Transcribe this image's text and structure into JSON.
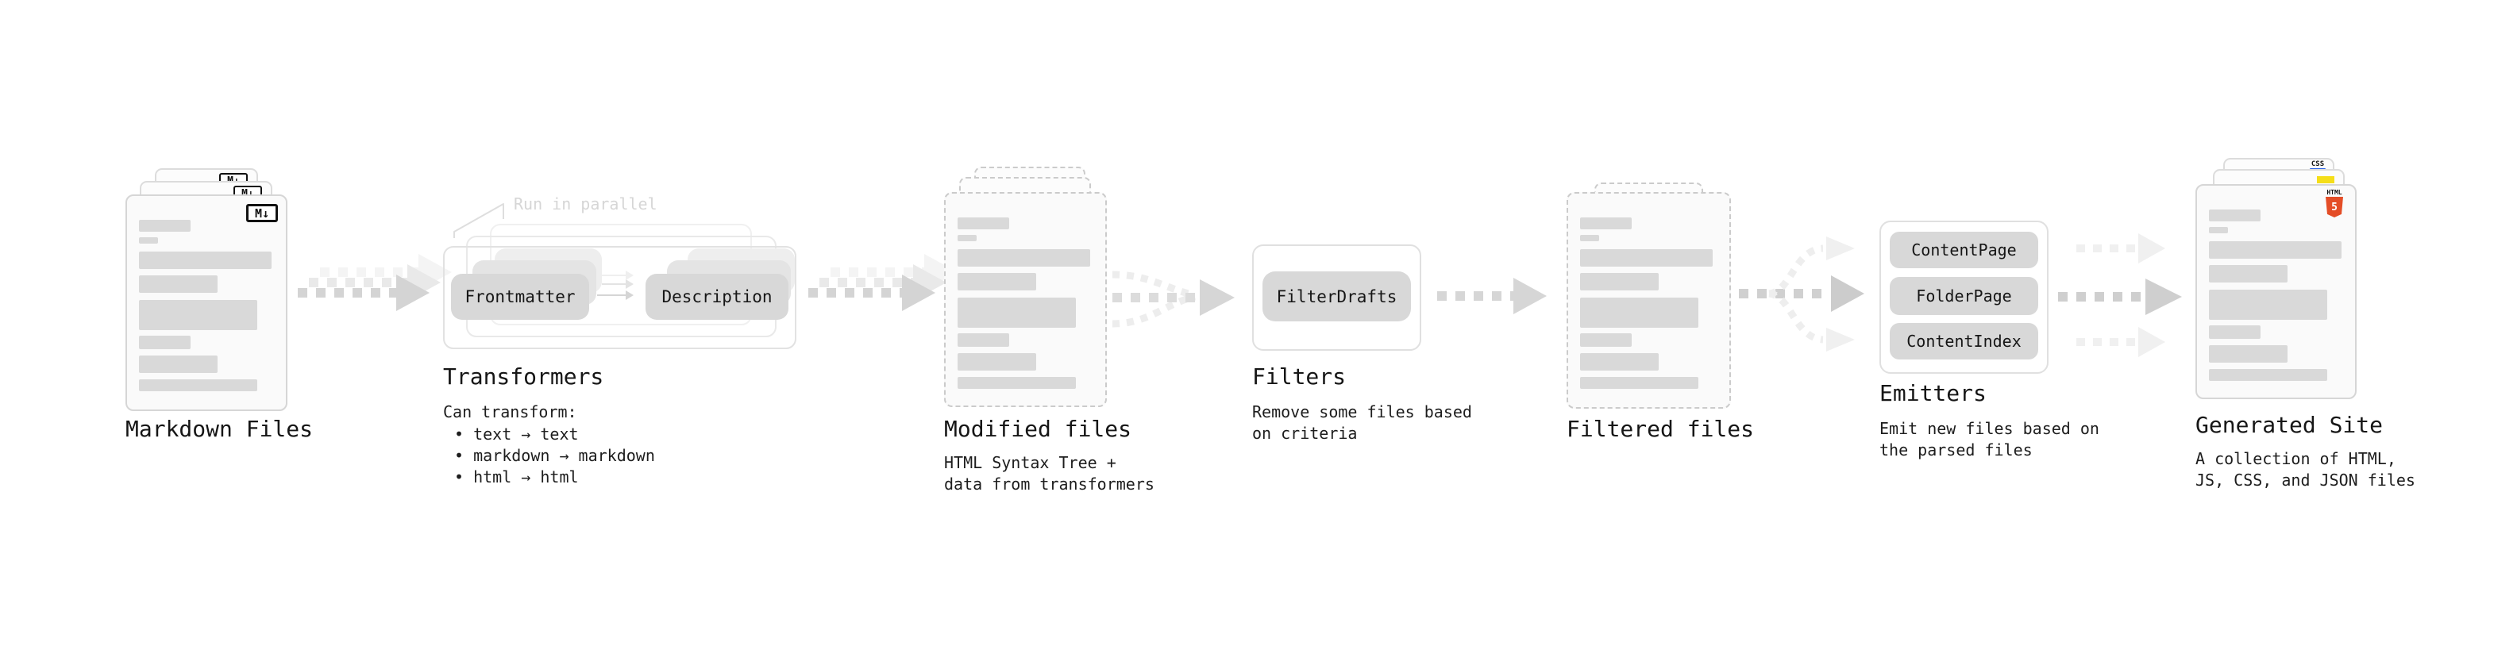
{
  "stages": {
    "markdown": {
      "title": "Markdown Files",
      "badge": "M↓"
    },
    "transformers": {
      "title": "Transformers",
      "note": "Run in parallel",
      "frontmatter": "Frontmatter",
      "description": "Description",
      "heading": "Can transform:",
      "bullets": [
        "• text → text",
        "• markdown → markdown",
        "• html → html"
      ]
    },
    "modified": {
      "title": "Modified files",
      "desc": [
        "HTML Syntax Tree +",
        "data from transformers"
      ]
    },
    "filters": {
      "title": "Filters",
      "button": "FilterDrafts",
      "desc": [
        "Remove some files based",
        "on criteria"
      ]
    },
    "filtered": {
      "title": "Filtered files"
    },
    "emitters": {
      "title": "Emitters",
      "buttons": [
        "ContentPage",
        "FolderPage",
        "ContentIndex"
      ],
      "desc": [
        "Emit new files based on",
        "the parsed files"
      ]
    },
    "generated": {
      "title": "Generated Site",
      "desc": [
        "A collection of HTML,",
        "JS, CSS, and JSON files"
      ],
      "badges": {
        "css": "CSS",
        "html": "HTML",
        "five": "5"
      }
    }
  },
  "colors": {
    "html5_orange": "#e44d26",
    "js_yellow": "#f5de19",
    "css_blue": "#2862e9",
    "pill_gray": "#d8d8d8",
    "arrow_gray": "#d4d4d4"
  }
}
